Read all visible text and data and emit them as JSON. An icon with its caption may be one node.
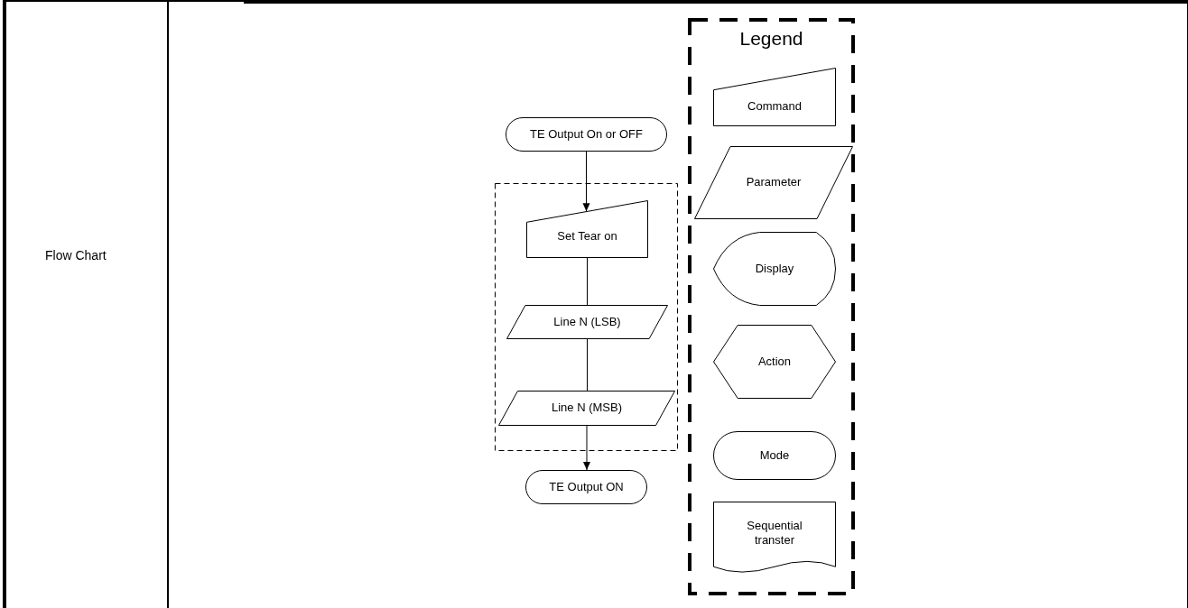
{
  "diagram": {
    "nodes": [
      {
        "text": [],
        "shape": "box"
      },
      {
        "text": [
          "TE Output On or OFF"
        ]
      },
      {
        "text": [
          "Set Tear on"
        ],
        "in": 0
      },
      {
        "text": [
          "Line N (LSB)"
        ],
        "in": 0
      },
      {
        "text": [
          "Line N (MSB)"
        ],
        "in": 0
      },
      {
        "text": [
          "TE Output ON"
        ]
      },
      {
        "text": [
          "Legend"
        ]
      },
      {
        "text": [
          "Command"
        ],
        "in": 6
      },
      {
        "text": [
          "Parameter"
        ],
        "in": 6
      },
      {
        "text": [
          "Display"
        ],
        "in": 6
      },
      {
        "text": [
          "Action"
        ],
        "in": 6
      },
      {
        "text": [
          "Mode"
        ],
        "in": 6
      },
      {
        "text": [
          "Sequential transter"
        ],
        "in": 6
      }
    ],
    "edges": [
      {
        "from": 1,
        "to": 2,
        "arrow": "to"
      },
      {
        "from": 2,
        "to": 3,
        "arrow": "none"
      },
      {
        "from": 3,
        "to": 4,
        "arrow": "none"
      },
      {
        "from": 4,
        "to": 5,
        "arrow": "to"
      }
    ],
    "labels": [
      "Flow Chart"
    ]
  }
}
